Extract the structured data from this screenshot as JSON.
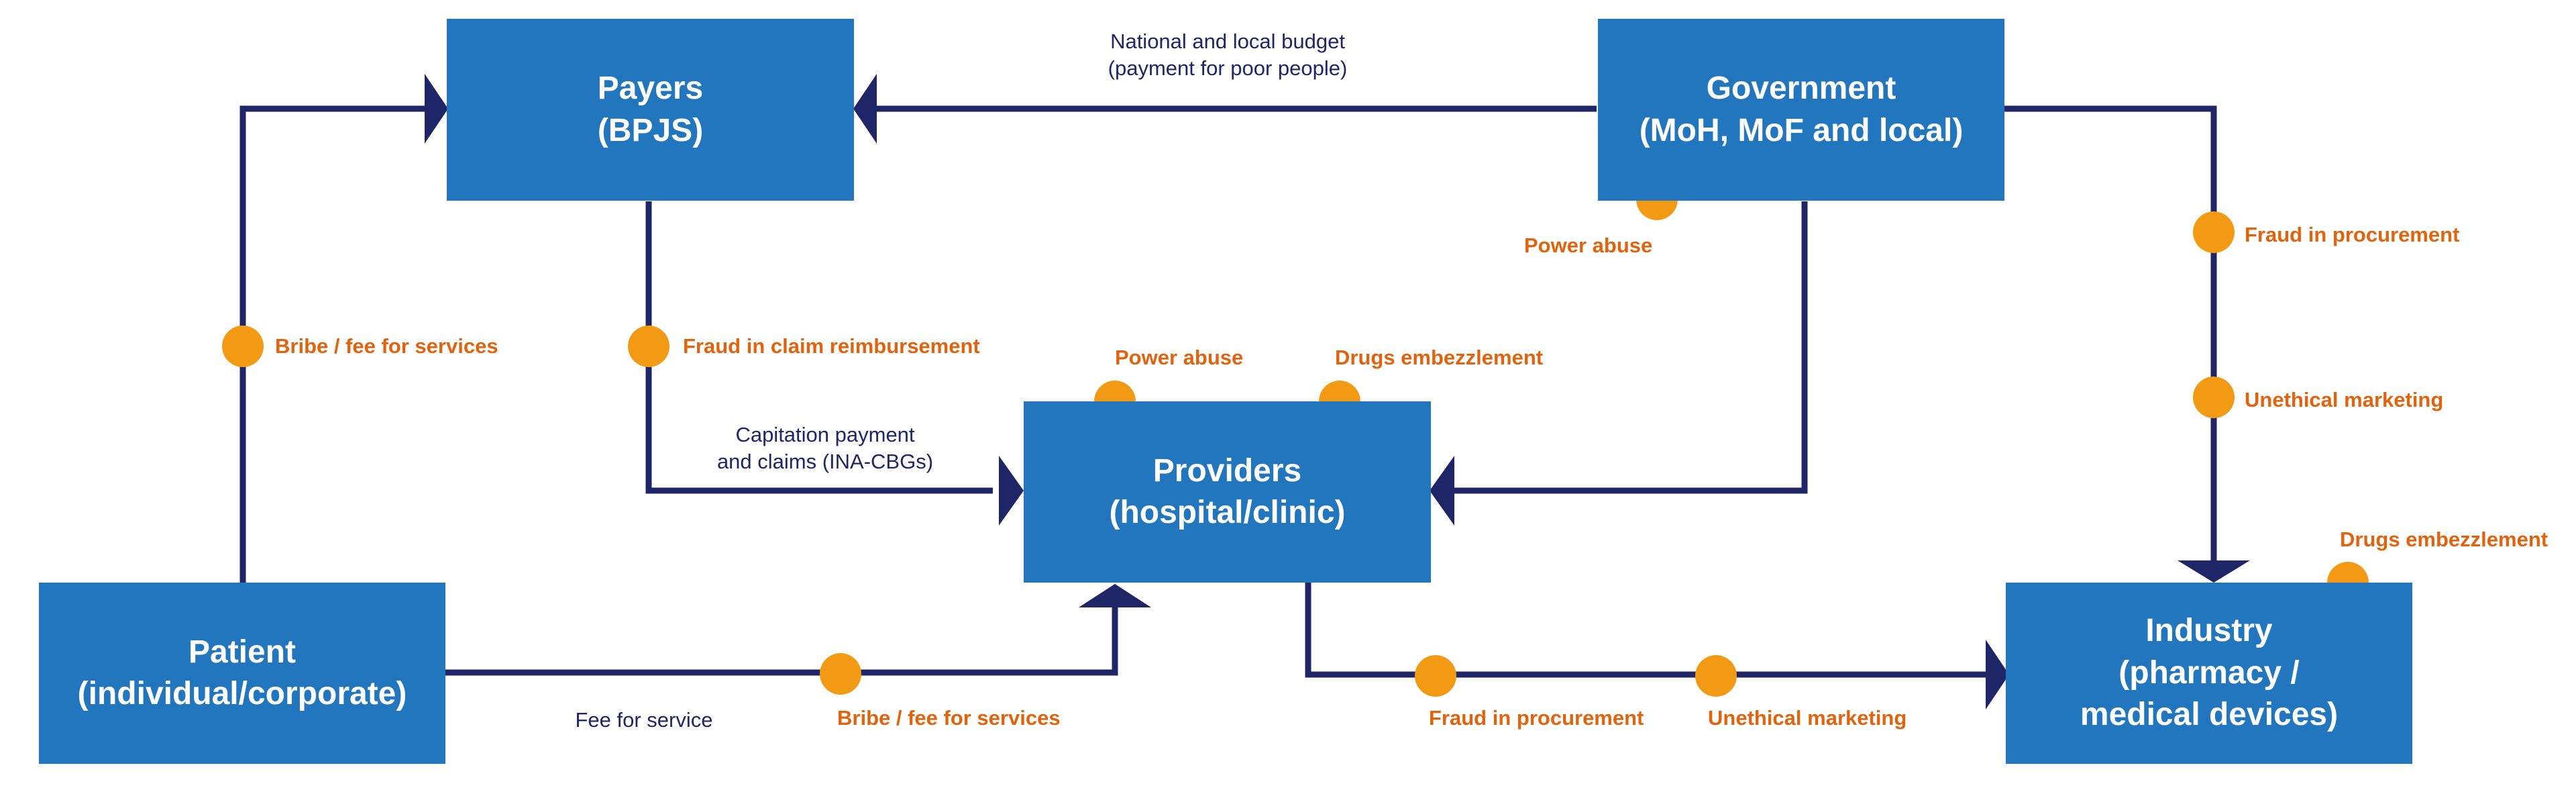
{
  "colors": {
    "node_fill": "#2176bd",
    "arrow": "#1f2667",
    "risk_marker": "#f39a14",
    "risk_text": "#e2630e",
    "flow_text": "#1f2667"
  },
  "nodes": {
    "payers": [
      "Payers",
      "(BPJS)"
    ],
    "government": [
      "Government",
      "(MoH, MoF and local)"
    ],
    "providers": [
      "Providers",
      "(hospital/clinic)"
    ],
    "patient": [
      "Patient",
      "(individual/corporate)"
    ],
    "industry": [
      "Industry",
      "(pharmacy /",
      "medical devices)"
    ]
  },
  "flows": {
    "budget": [
      "National and local budget",
      "(payment for poor people)"
    ],
    "capitation": [
      "Capitation payment",
      "and claims (INA-CBGs)"
    ],
    "fee_for_service": "Fee for service"
  },
  "risks": {
    "patient_to_payers": "Bribe / fee for services",
    "payers_claims": "Fraud in claim reimbursement",
    "government_power": "Power abuse",
    "government_procurement": "Fraud in procurement",
    "government_marketing": "Unethical marketing",
    "providers_power": "Power abuse",
    "providers_drugs": "Drugs embezzlement",
    "patient_to_providers": "Bribe / fee for services",
    "providers_procurement": "Fraud in procurement",
    "providers_marketing": "Unethical marketing",
    "industry_drugs": "Drugs embezzlement"
  }
}
